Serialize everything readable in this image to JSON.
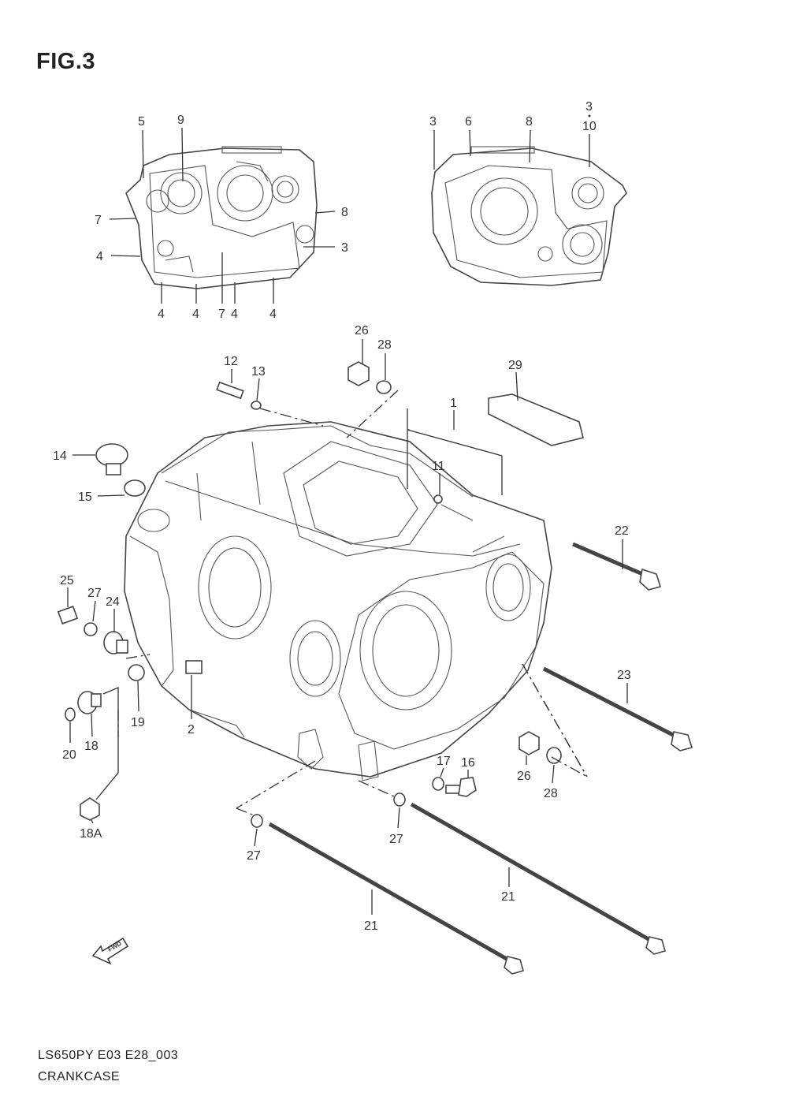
{
  "figure": {
    "title": "FIG.3"
  },
  "footer": {
    "code": "LS650PY E03 E28_003",
    "name": "CRANKCASE"
  },
  "icons": {
    "fwd_arrow": "fwd-arrow-icon",
    "fwd_text": "FWD"
  },
  "callouts": [
    {
      "id": "c5",
      "text": "5"
    },
    {
      "id": "c9",
      "text": "9"
    },
    {
      "id": "c7a",
      "text": "7"
    },
    {
      "id": "c8a",
      "text": "8"
    },
    {
      "id": "c3a",
      "text": "3"
    },
    {
      "id": "c4a",
      "text": "4"
    },
    {
      "id": "c4b",
      "text": "4"
    },
    {
      "id": "c4c",
      "text": "4"
    },
    {
      "id": "c7b",
      "text": "7"
    },
    {
      "id": "c4d",
      "text": "4"
    },
    {
      "id": "c4e",
      "text": "4"
    },
    {
      "id": "c3b",
      "text": "3"
    },
    {
      "id": "c6",
      "text": "6"
    },
    {
      "id": "c8b",
      "text": "8"
    },
    {
      "id": "c3c",
      "text": "3"
    },
    {
      "id": "c10",
      "text": "10"
    },
    {
      "id": "c26a",
      "text": "26"
    },
    {
      "id": "c28a",
      "text": "28"
    },
    {
      "id": "c12",
      "text": "12"
    },
    {
      "id": "c13",
      "text": "13"
    },
    {
      "id": "c29",
      "text": "29"
    },
    {
      "id": "c1",
      "text": "1"
    },
    {
      "id": "c14",
      "text": "14"
    },
    {
      "id": "c15",
      "text": "15"
    },
    {
      "id": "c11",
      "text": "11"
    },
    {
      "id": "c22",
      "text": "22"
    },
    {
      "id": "c25",
      "text": "25"
    },
    {
      "id": "c27a",
      "text": "27"
    },
    {
      "id": "c24",
      "text": "24"
    },
    {
      "id": "c23",
      "text": "23"
    },
    {
      "id": "c19",
      "text": "19"
    },
    {
      "id": "c2",
      "text": "2"
    },
    {
      "id": "c20",
      "text": "20"
    },
    {
      "id": "c18",
      "text": "18"
    },
    {
      "id": "c17",
      "text": "17"
    },
    {
      "id": "c16",
      "text": "16"
    },
    {
      "id": "c26b",
      "text": "26"
    },
    {
      "id": "c28b",
      "text": "28"
    },
    {
      "id": "c18A",
      "text": "18A"
    },
    {
      "id": "c27b",
      "text": "27"
    },
    {
      "id": "c27c",
      "text": "27"
    },
    {
      "id": "c21a",
      "text": "21"
    },
    {
      "id": "c21b",
      "text": "21"
    }
  ]
}
